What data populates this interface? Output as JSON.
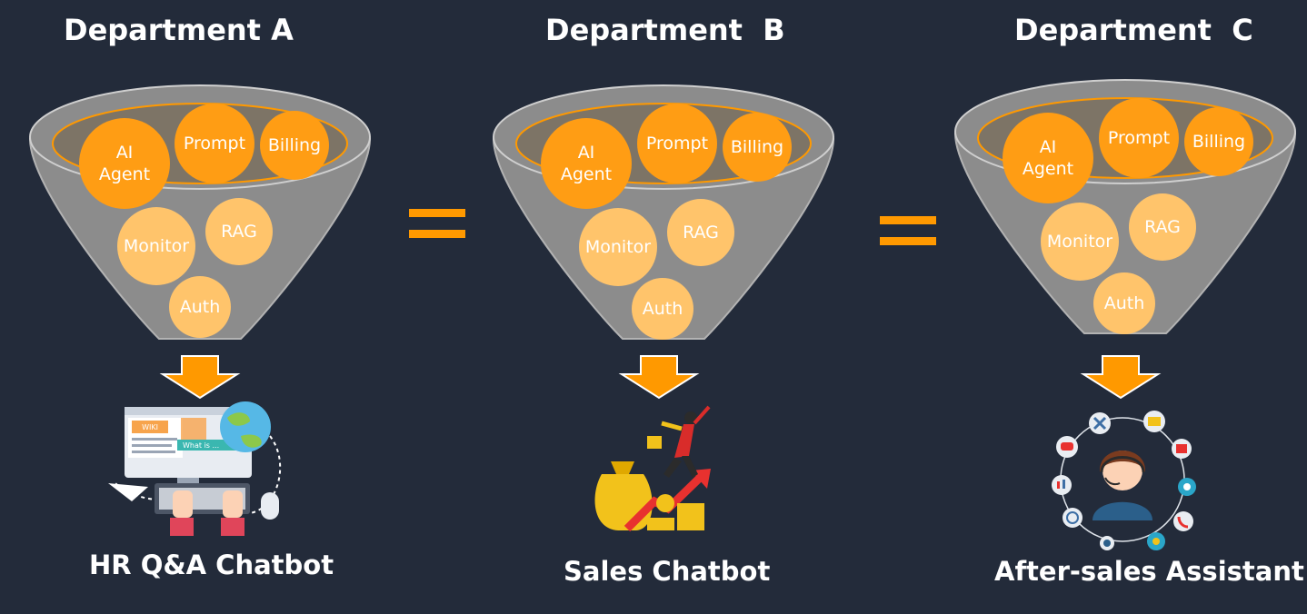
{
  "departments": [
    {
      "title": "Department A",
      "output": "HR Q&A Chatbot",
      "components": [
        "AI",
        "Agent",
        "Prompt",
        "Billing",
        "Monitor",
        "RAG",
        "Auth"
      ]
    },
    {
      "title": "Department  B",
      "output": "Sales Chatbot",
      "components": [
        "AI",
        "Agent",
        "Prompt",
        "Billing",
        "Monitor",
        "RAG",
        "Auth"
      ]
    },
    {
      "title": "Department  C",
      "output": "After-sales Assistant",
      "components": [
        "AI",
        "Agent",
        "Prompt",
        "Billing",
        "Monitor",
        "RAG",
        "Auth"
      ]
    }
  ],
  "illustration_a": {
    "wiki_label": "WIKI",
    "search_text": "What is ..."
  },
  "colors": {
    "background": "#232b3a",
    "accent": "#ff9900",
    "circle_dark": "#ff9d14",
    "circle_light": "#ffc46b",
    "funnel": "#8c8c8c"
  }
}
